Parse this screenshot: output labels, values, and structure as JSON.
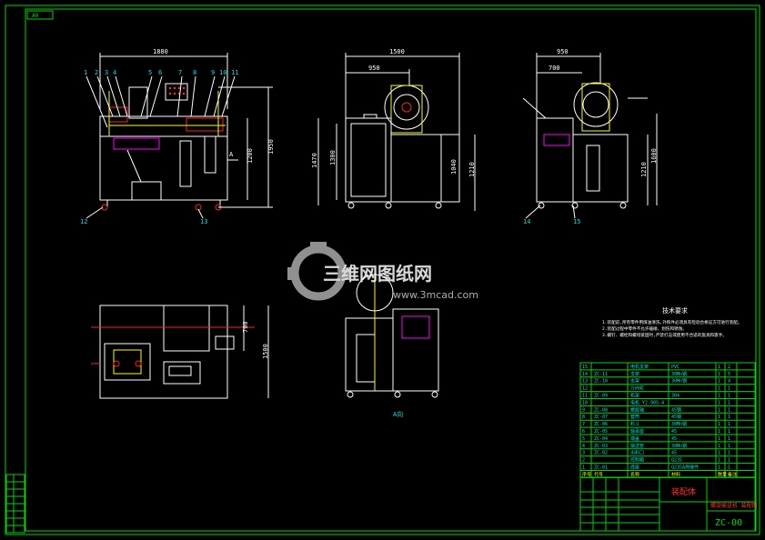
{
  "drawing": {
    "corner_label": "A0",
    "drawing_number": "ZC-00",
    "title_block_name": "装配体",
    "title_block_subtitle": "螺旋输送机 装配图",
    "watermark_text": "三维网图纸网",
    "watermark_url": "www.3mcad.com",
    "section_label": "A向",
    "view_marker": "A",
    "notes_title": "技术要求",
    "notes": [
      "1.装配前,所有零件用煤油清洗,外购件必须具有检验合格证方可进行装配。",
      "2.装配过程中零件不允许磕碰、划伤和锈蚀。",
      "3.螺钉、螺栓和螺母紧固时,严禁打击或使用不合适的旋具和扳手。"
    ]
  },
  "dimensions": {
    "front_width": "1880",
    "front_height_total": "1950",
    "front_height_mid": "1200",
    "side_width_total": "1500",
    "side_width_left": "950",
    "side_height_a": "1470",
    "side_height_b": "1300",
    "side_height_c": "1040",
    "side_height_d": "1210",
    "right_width_total": "950",
    "right_width_left": "700",
    "right_height_a": "1210",
    "right_height_b": "1600",
    "top_depth": "700",
    "top_height": "1500"
  },
  "balloons": [
    "1",
    "2",
    "3",
    "4",
    "5",
    "6",
    "7",
    "8",
    "9",
    "10",
    "11",
    "12",
    "13",
    "14",
    "15"
  ],
  "bom_rows": [
    {
      "no": "15",
      "code": "",
      "name": "电机支架",
      "material": "PVC",
      "qty": "1",
      "mass": "2"
    },
    {
      "no": "14",
      "code": "ZC-11",
      "name": "支架",
      "material": "30Mn钢",
      "qty": "1",
      "mass": "5"
    },
    {
      "no": "13",
      "code": "ZC-10",
      "name": "支架",
      "material": "30Mn钢",
      "qty": "1",
      "mass": "4"
    },
    {
      "no": "12",
      "code": "",
      "name": "万向轮",
      "material": "",
      "qty": "1",
      "mass": "1"
    },
    {
      "no": "11",
      "code": "ZC-09",
      "name": "机架",
      "material": "304",
      "qty": "1",
      "mass": "1"
    },
    {
      "no": "10",
      "code": "",
      "name": "电机 Y2-90S-4",
      "material": "",
      "qty": "1",
      "mass": "1"
    },
    {
      "no": "9",
      "code": "ZC-08",
      "name": "螺旋轴",
      "material": "45钢",
      "qty": "1",
      "mass": "1"
    },
    {
      "no": "8",
      "code": "ZC-07",
      "name": "套筒",
      "material": "45钢",
      "qty": "1",
      "mass": "1"
    },
    {
      "no": "7",
      "code": "ZC-06",
      "name": "料斗",
      "material": "30Mn钢",
      "qty": "1",
      "mass": "1"
    },
    {
      "no": "6",
      "code": "ZC-05",
      "name": "轴承座",
      "material": "45",
      "qty": "1",
      "mass": "1"
    },
    {
      "no": "5",
      "code": "ZC-04",
      "name": "端盖",
      "material": "45",
      "qty": "1",
      "mass": "1"
    },
    {
      "no": "4",
      "code": "ZC-03",
      "name": "输送管",
      "material": "30Mn钢",
      "qty": "1",
      "mass": "1"
    },
    {
      "no": "3",
      "code": "ZC-02",
      "name": "出料口",
      "material": "45",
      "qty": "1",
      "mass": "1"
    },
    {
      "no": "2",
      "code": "",
      "name": "控制箱",
      "material": "Q235",
      "qty": "1",
      "mass": "1"
    },
    {
      "no": "1",
      "code": "ZC-01",
      "name": "底座",
      "material": "Q235A焊接件",
      "qty": "1",
      "mass": "1"
    }
  ],
  "bom_header": {
    "no": "序号",
    "code": "代号",
    "name": "名称",
    "material": "材料",
    "qty": "数量",
    "mass": "备注"
  }
}
